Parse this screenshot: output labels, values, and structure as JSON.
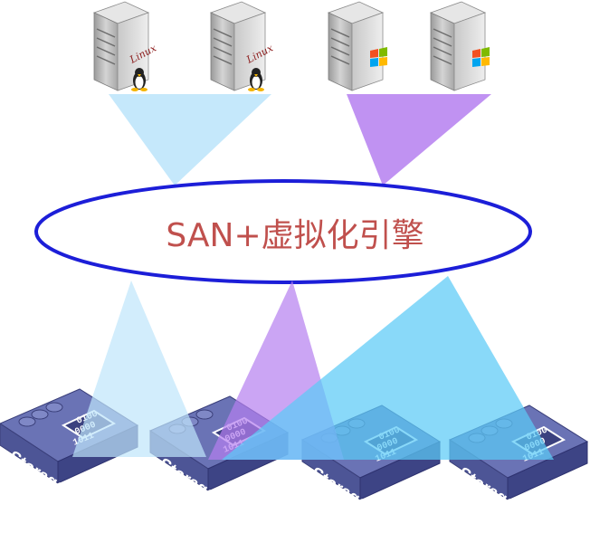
{
  "engine": {
    "label": "SAN+虚拟化引擎"
  },
  "servers": [
    {
      "os": "linux",
      "brand": "Linux",
      "icon": "tux-icon"
    },
    {
      "os": "linux",
      "brand": "Linux",
      "icon": "tux-icon"
    },
    {
      "os": "windows",
      "brand": "",
      "icon": "windows-flag-icon"
    },
    {
      "os": "windows",
      "brand": "",
      "icon": "windows-flag-icon"
    }
  ],
  "storage": [
    {
      "label": "Storage",
      "bits": [
        "0100",
        "0000",
        "1011"
      ]
    },
    {
      "label": "Storage",
      "bits": [
        "0100",
        "0000",
        "1011"
      ]
    },
    {
      "label": "Storage",
      "bits": [
        "0100",
        "0000",
        "1011"
      ]
    },
    {
      "label": "Storage",
      "bits": [
        "0100",
        "0000",
        "1011"
      ]
    }
  ],
  "colors": {
    "linux_beam": "#bfe6fb",
    "windows_beam": "#b57ff0",
    "storage_beam": "#5ccaf7",
    "ellipse_stroke": "#1c1ed8",
    "label": "#c0504d",
    "storage_body": "#4d5596"
  }
}
